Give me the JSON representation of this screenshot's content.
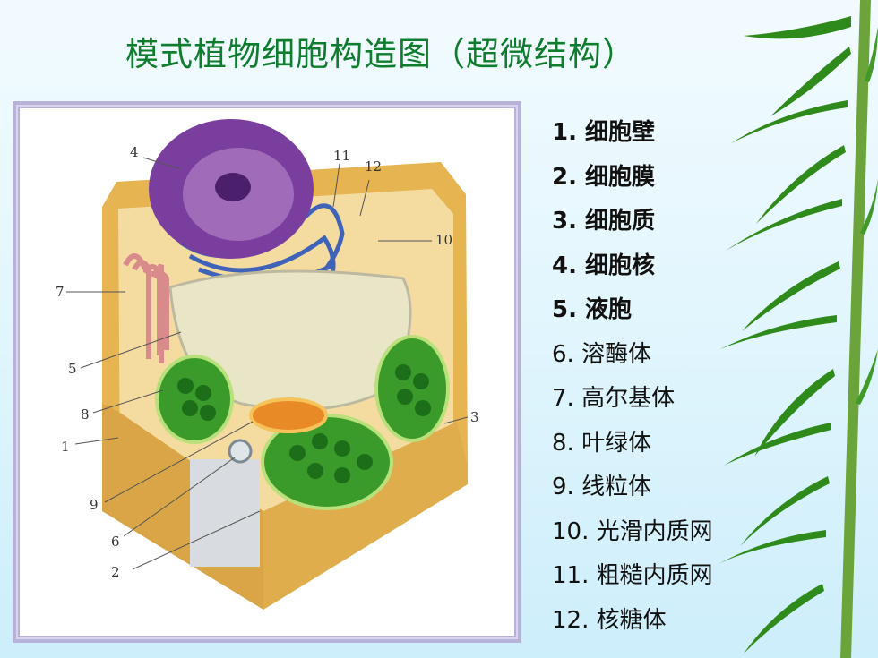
{
  "title": "模式植物细胞构造图（超微结构）",
  "legend": [
    {
      "num": "1.",
      "name": "细胞壁",
      "bold": true
    },
    {
      "num": "2.",
      "name": "细胞膜",
      "bold": true
    },
    {
      "num": "3.",
      "name": "细胞质",
      "bold": true
    },
    {
      "num": "4.",
      "name": "细胞核",
      "bold": true
    },
    {
      "num": "5.",
      "name": "液胞",
      "bold": true
    },
    {
      "num": "6.",
      "name": "溶酶体",
      "bold": false
    },
    {
      "num": "7.",
      "name": "高尔基体",
      "bold": false
    },
    {
      "num": "8.",
      "name": "叶绿体",
      "bold": false
    },
    {
      "num": "9.",
      "name": "线粒体",
      "bold": false
    },
    {
      "num": "10.",
      "name": "光滑内质网",
      "bold": false
    },
    {
      "num": "11.",
      "name": "粗糙内质网",
      "bold": false
    },
    {
      "num": "12.",
      "name": "核糖体",
      "bold": false
    }
  ],
  "diagram_labels": [
    "1",
    "2",
    "3",
    "4",
    "5",
    "6",
    "7",
    "8",
    "9",
    "10",
    "11",
    "12"
  ],
  "colors": {
    "title": "#0f7d2e",
    "frame": "#b7b2d8",
    "cell_wall": "#d9a546",
    "nucleus": "#7a3f9e",
    "chloroplast": "#3a9b2a",
    "vacuole": "#e8e6c6",
    "bamboo": "#2f8a1c"
  }
}
